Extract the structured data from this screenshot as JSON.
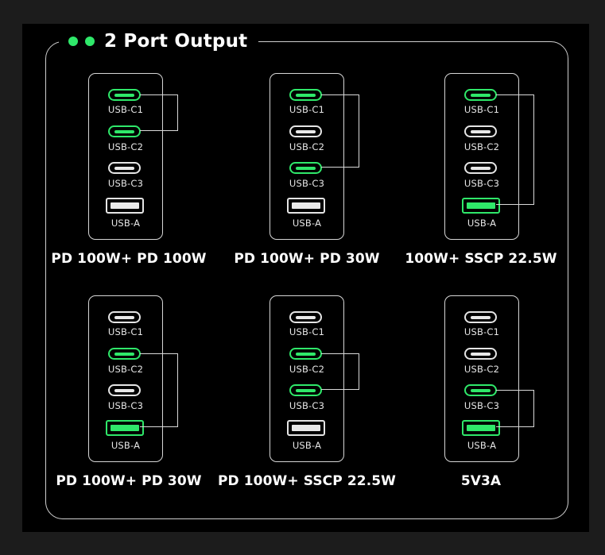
{
  "header": {
    "title": "2 Port Output",
    "dot_color": "#2fe86a"
  },
  "colors": {
    "active_port": "#2fe86a",
    "inactive_port": "#e9e9e9",
    "background": "#000000"
  },
  "port_labels": [
    "USB-C1",
    "USB-C2",
    "USB-C3",
    "USB-A"
  ],
  "configurations": [
    {
      "caption": "PD 100W+ PD 100W",
      "active": [
        "USB-C1",
        "USB-C2"
      ]
    },
    {
      "caption": "PD 100W+ PD 30W",
      "active": [
        "USB-C1",
        "USB-C3"
      ]
    },
    {
      "caption": "100W+ SSCP 22.5W",
      "active": [
        "USB-C1",
        "USB-A"
      ]
    },
    {
      "caption": "PD 100W+ PD 30W",
      "active": [
        "USB-C2",
        "USB-A"
      ]
    },
    {
      "caption": "PD 100W+ SSCP 22.5W",
      "active": [
        "USB-C2",
        "USB-C3"
      ]
    },
    {
      "caption": "5V3A",
      "active": [
        "USB-C3",
        "USB-A"
      ]
    }
  ]
}
